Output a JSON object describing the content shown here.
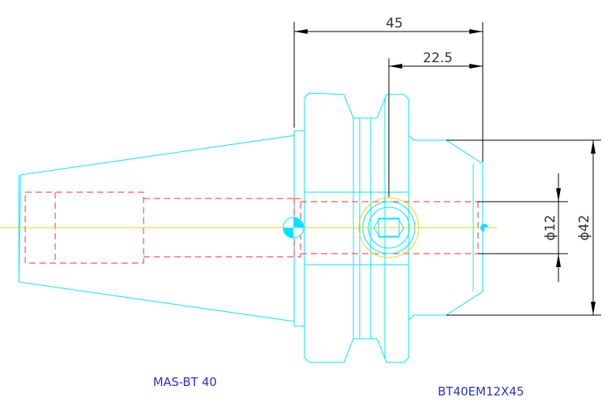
{
  "dimensions": {
    "overall_length": "45",
    "half_length": "22.5",
    "bore_diameter": "ϕ12",
    "outer_diameter": "ϕ42"
  },
  "labels": {
    "shank_standard": "MAS-BT 40",
    "part_number": "BT40EM12X45"
  },
  "colors": {
    "outline": "#00e5ff",
    "hidden_lines": "#ff2b2b",
    "center_line": "#e8d600",
    "dimension": "#000000",
    "label": "#2a32c8"
  }
}
